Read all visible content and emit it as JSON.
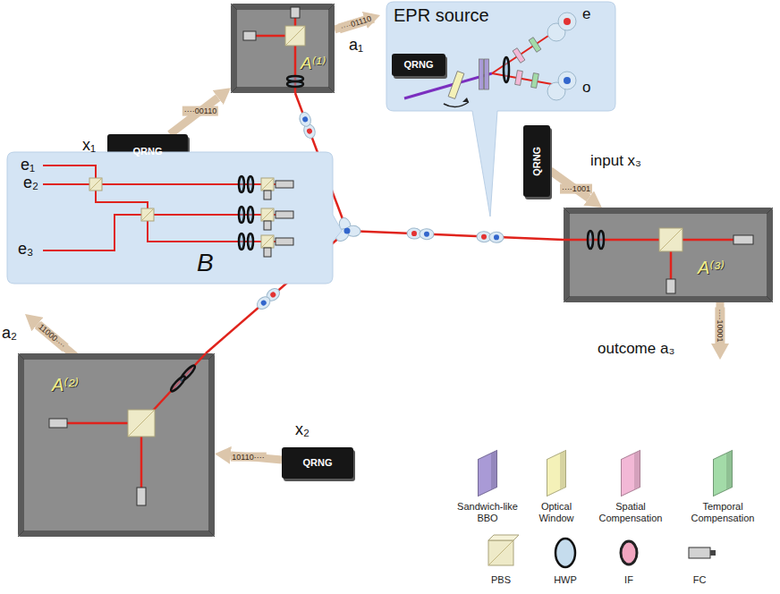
{
  "diagram": {
    "nodes": [
      {
        "text": [
          "A⁽¹⁾"
        ]
      },
      {
        "text": [
          "QRNG"
        ]
      },
      {
        "text": [
          "EPR source"
        ]
      },
      {
        "text": [
          "QRNG"
        ],
        "in": 2
      },
      {
        "text": [
          "e₁",
          "e₂",
          "e₃",
          "B"
        ]
      },
      {
        "text": [
          "QRNG"
        ]
      },
      {
        "text": [
          "A⁽³⁾"
        ]
      },
      {
        "text": [
          "A⁽²⁾"
        ]
      },
      {
        "text": [
          "QRNG"
        ]
      }
    ],
    "edges": [
      {
        "from": 1,
        "to": 0,
        "label": "····00110",
        "arrow": "to"
      },
      {
        "from": 5,
        "to": 6,
        "label": "····1001",
        "arrow": "to"
      },
      {
        "from": 8,
        "to": 7,
        "label": "10110····",
        "arrow": "to"
      }
    ],
    "labels": [
      "e",
      "o",
      "x₁",
      "····01110",
      "a₁",
      "input x₃",
      "outcome a₃",
      "····10001",
      "a₂",
      "11000····",
      "x₂"
    ],
    "legend": [
      {
        "text": "Sandwich-like BBO",
        "color": "#a99ad6"
      },
      {
        "text": "Optical Window",
        "color": "#f4f1b8"
      },
      {
        "text": "Spatial Compensation",
        "color": "#f2b8d6"
      },
      {
        "text": "Temporal Compensation",
        "color": "#a3dba8"
      },
      {
        "text": "PBS"
      },
      {
        "text": "HWP"
      },
      {
        "text": "IF"
      },
      {
        "text": "FC"
      }
    ]
  }
}
